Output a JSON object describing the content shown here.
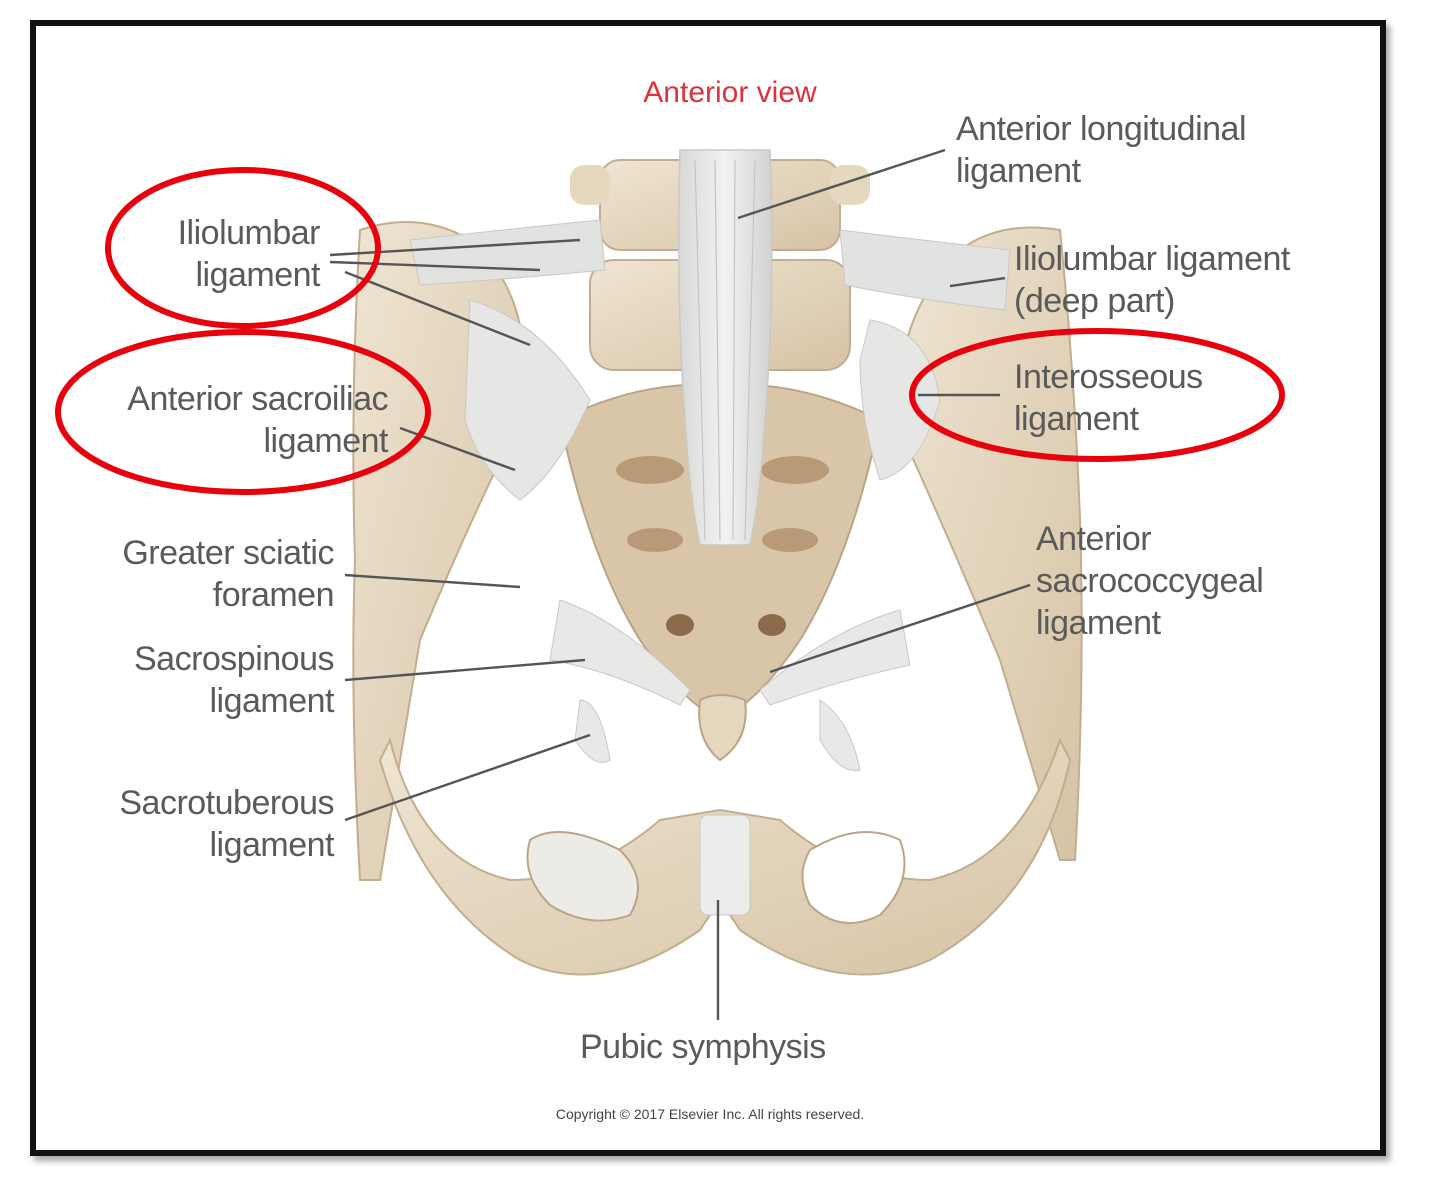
{
  "title": "Anterior view",
  "labels": {
    "iliolumbar_l1": "Iliolumbar",
    "iliolumbar_l2": "ligament",
    "ant_sacroiliac_l1": "Anterior sacroiliac",
    "ant_sacroiliac_l2": "ligament",
    "greater_sciatic_l1": "Greater sciatic",
    "greater_sciatic_l2": "foramen",
    "sacrospinous_l1": "Sacrospinous",
    "sacrospinous_l2": "ligament",
    "sacrotuberous_l1": "Sacrotuberous",
    "sacrotuberous_l2": "ligament",
    "ant_longitudinal_l1": "Anterior longitudinal",
    "ant_longitudinal_l2": "ligament",
    "iliolumbar_deep_l1": "Iliolumbar ligament",
    "iliolumbar_deep_l2": "(deep part)",
    "interosseous_l1": "Interosseous",
    "interosseous_l2": "ligament",
    "ant_sacrococcygeal_l1": "Anterior",
    "ant_sacrococcygeal_l2": "sacrococcygeal",
    "ant_sacrococcygeal_l3": "ligament",
    "pubic_symphysis": "Pubic symphysis"
  },
  "copyright": "Copyright © 2017 Elsevier Inc. All rights reserved.",
  "colors": {
    "highlight": "#e8000d",
    "bone": "#e9dcc4",
    "bone_shadow": "#c9b496",
    "ligament": "#e6e6e4",
    "label": "#5a5a5a",
    "title": "#e0303a"
  }
}
